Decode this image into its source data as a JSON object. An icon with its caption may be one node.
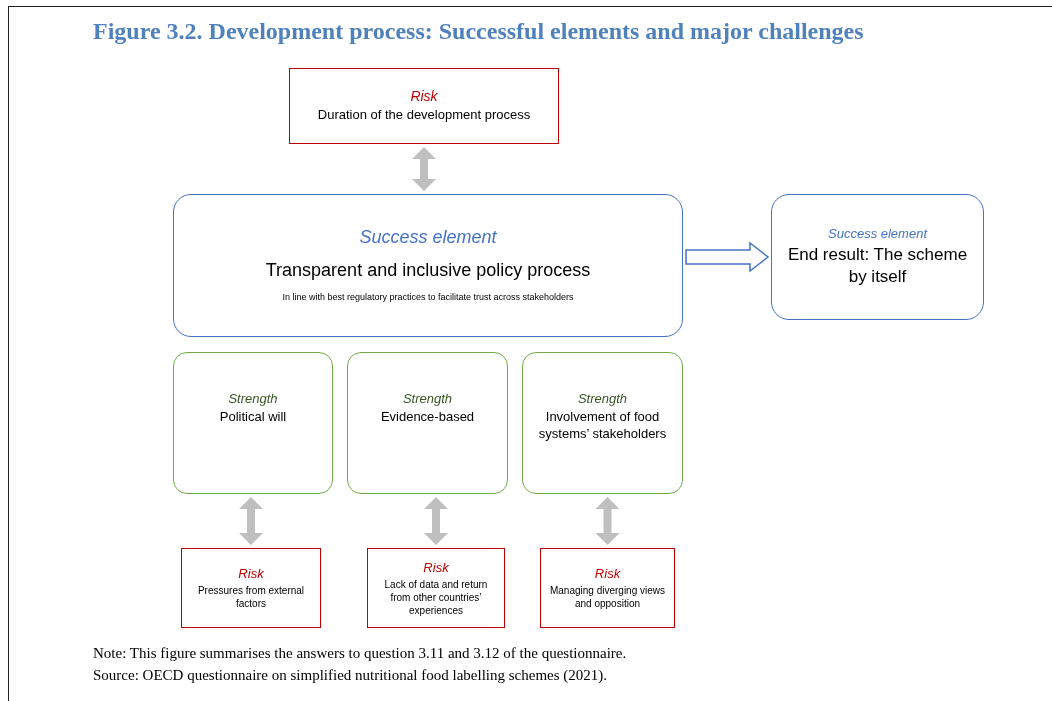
{
  "diagram": {
    "title": "Figure 3.2. Development process: Successful elements and major challenges",
    "nodes": [
      {
        "text": [
          "Risk",
          "Duration of the development process"
        ]
      },
      {
        "text": [
          "Success element",
          "Transparent and inclusive policy process",
          "In line with best regulatory practices to facilitate trust across stakeholders"
        ]
      },
      {
        "text": [
          "Success element",
          "End result: The scheme by itself"
        ]
      },
      {
        "text": [
          "Strength",
          "Political will"
        ]
      },
      {
        "text": [
          "Strength",
          "Evidence-based"
        ]
      },
      {
        "text": [
          "Strength",
          "Involvement of food systems’ stakeholders"
        ]
      },
      {
        "text": [
          "Risk",
          "Pressures from external factors"
        ]
      },
      {
        "text": [
          "Risk",
          "Lack of data and return from other countries’ experiences"
        ]
      },
      {
        "text": [
          "Risk",
          "Managing diverging views and opposition"
        ]
      }
    ],
    "edges": [
      {
        "from": 0,
        "to": 1,
        "arrow": "both"
      },
      {
        "from": 1,
        "to": 2,
        "arrow": "to",
        "color": "#4472c4"
      },
      {
        "from": 3,
        "to": 6,
        "arrow": "both"
      },
      {
        "from": 4,
        "to": 7,
        "arrow": "both"
      },
      {
        "from": 5,
        "to": 8,
        "arrow": "both"
      }
    ],
    "labels": [
      "Note: This figure summarises the answers to question 3.11 and 3.12 of the questionnaire.",
      "Source: OECD questionnaire on simplified nutritional food labelling schemes (2021)."
    ]
  }
}
